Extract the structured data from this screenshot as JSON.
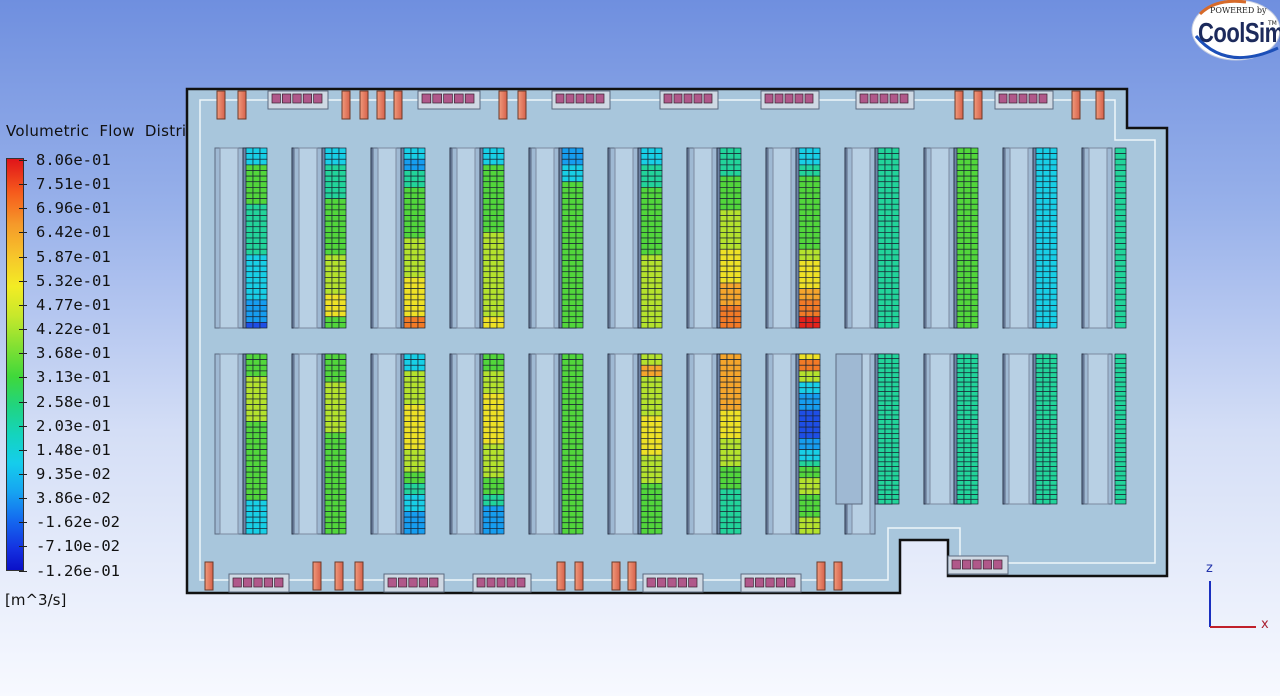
{
  "legend": {
    "title": "Volumetric  Flow  Distribution",
    "unit": "[m^3/s]",
    "labels": [
      "8.06e-01",
      "7.51e-01",
      "6.96e-01",
      "6.42e-01",
      "5.87e-01",
      "5.32e-01",
      "4.77e-01",
      "4.22e-01",
      "3.68e-01",
      "3.13e-01",
      "2.58e-01",
      "2.03e-01",
      "1.48e-01",
      "9.35e-02",
      "3.86e-02",
      "-1.62e-02",
      "-7.10e-02",
      "-1.26e-01"
    ]
  },
  "logo": {
    "line1": "POWERED by",
    "line2": "CoolSim",
    "tm": "TM"
  },
  "axes": {
    "z": "z",
    "x": "x"
  },
  "colors": {
    "background_top": "#6f8fdf",
    "floor": "#a8c6dc",
    "rack": "#6e83a6",
    "crac_unit": "#e07a5f",
    "vent": "#b0588a"
  },
  "tile_rows": {
    "top": [
      [
        "cyan",
        "cyan",
        "cyan",
        "green",
        "green",
        "green",
        "green",
        "green",
        "green",
        "green",
        "teal",
        "teal",
        "teal",
        "teal",
        "teal",
        "teal",
        "teal",
        "teal",
        "teal",
        "cyan",
        "cyan",
        "cyan",
        "cyan",
        "cyan",
        "cyan",
        "cyan",
        "cyan",
        "azure",
        "azure",
        "azure",
        "azure",
        "blue"
      ],
      [
        "cyan",
        "cyan",
        "cyan",
        "teal",
        "teal",
        "teal",
        "teal",
        "teal",
        "teal",
        "green",
        "green",
        "green",
        "green",
        "green",
        "green",
        "green",
        "green",
        "green",
        "green",
        "lime",
        "lime",
        "lime",
        "lime",
        "lime",
        "lime",
        "lime",
        "yellow",
        "yellow",
        "yellow",
        "yellow",
        "green",
        "green"
      ],
      [
        "cyan",
        "cyan",
        "azure",
        "azure",
        "teal",
        "teal",
        "teal",
        "green",
        "green",
        "green",
        "green",
        "green",
        "green",
        "green",
        "green",
        "green",
        "lime",
        "lime",
        "lime",
        "lime",
        "lime",
        "lime",
        "lime",
        "yellow",
        "yellow",
        "yellow",
        "yellow",
        "yellow",
        "yellow",
        "yellow",
        "orange",
        "orange"
      ],
      [
        "cyan",
        "cyan",
        "cyan",
        "green",
        "green",
        "green",
        "green",
        "green",
        "green",
        "green",
        "green",
        "green",
        "green",
        "green",
        "green",
        "lime",
        "lime",
        "lime",
        "lime",
        "lime",
        "lime",
        "lime",
        "lime",
        "lime",
        "lime",
        "lime",
        "lime",
        "lime",
        "lime",
        "lime",
        "yellow",
        "yellow"
      ],
      [
        "azure",
        "azure",
        "azure",
        "cyan",
        "cyan",
        "cyan",
        "green",
        "green",
        "green",
        "green",
        "green",
        "green",
        "green",
        "green",
        "green",
        "green",
        "green",
        "green",
        "green",
        "green",
        "green",
        "green",
        "green",
        "green",
        "green",
        "green",
        "green",
        "green",
        "green",
        "green",
        "green",
        "green"
      ],
      [
        "cyan",
        "cyan",
        "cyan",
        "teal",
        "teal",
        "teal",
        "teal",
        "green",
        "green",
        "green",
        "green",
        "green",
        "green",
        "green",
        "green",
        "green",
        "green",
        "green",
        "green",
        "lime",
        "lime",
        "lime",
        "lime",
        "lime",
        "lime",
        "lime",
        "lime",
        "lime",
        "lime",
        "lime",
        "lime",
        "lime"
      ],
      [
        "teal",
        "teal",
        "teal",
        "teal",
        "teal",
        "green",
        "green",
        "green",
        "green",
        "green",
        "green",
        "lime",
        "lime",
        "lime",
        "lime",
        "lime",
        "lime",
        "lime",
        "yellow",
        "yellow",
        "yellow",
        "yellow",
        "yellow",
        "yellow",
        "amber",
        "amber",
        "amber",
        "amber",
        "orange",
        "orange",
        "orange",
        "orange"
      ],
      [
        "cyan",
        "cyan",
        "cyan",
        "teal",
        "teal",
        "green",
        "green",
        "green",
        "green",
        "green",
        "green",
        "green",
        "green",
        "green",
        "green",
        "green",
        "green",
        "green",
        "lime",
        "lime",
        "yellow",
        "yellow",
        "yellow",
        "yellow",
        "yellow",
        "amber",
        "amber",
        "orange",
        "orange",
        "orange",
        "red",
        "red"
      ],
      [
        "teal",
        "teal",
        "teal",
        "teal",
        "teal",
        "teal",
        "teal",
        "teal",
        "teal",
        "teal",
        "teal",
        "teal",
        "teal",
        "teal",
        "teal",
        "teal",
        "teal",
        "teal",
        "teal",
        "teal",
        "teal",
        "teal",
        "teal",
        "teal",
        "teal",
        "teal",
        "teal",
        "teal",
        "teal",
        "teal",
        "teal",
        "teal"
      ],
      [
        "green",
        "green",
        "green",
        "green",
        "green",
        "green",
        "green",
        "green",
        "green",
        "green",
        "green",
        "green",
        "green",
        "green",
        "green",
        "green",
        "green",
        "green",
        "green",
        "green",
        "green",
        "green",
        "green",
        "green",
        "green",
        "green",
        "green",
        "green",
        "green",
        "green",
        "green",
        "green"
      ],
      [
        "cyan",
        "cyan",
        "cyan",
        "cyan",
        "cyan",
        "cyan",
        "cyan",
        "cyan",
        "cyan",
        "cyan",
        "cyan",
        "cyan",
        "cyan",
        "cyan",
        "cyan",
        "cyan",
        "cyan",
        "cyan",
        "cyan",
        "cyan",
        "cyan",
        "cyan",
        "cyan",
        "cyan",
        "cyan",
        "cyan",
        "cyan",
        "cyan",
        "cyan",
        "cyan",
        "cyan",
        "cyan"
      ],
      [
        "teal",
        "teal",
        "teal",
        "teal",
        "teal",
        "teal",
        "teal",
        "teal",
        "teal",
        "teal",
        "teal",
        "teal",
        "teal",
        "teal",
        "teal",
        "teal",
        "teal",
        "teal",
        "teal",
        "teal",
        "teal",
        "teal",
        "teal",
        "teal",
        "teal",
        "teal",
        "teal",
        "teal",
        "teal",
        "teal",
        "teal",
        "teal"
      ]
    ],
    "bottom": [
      [
        "green",
        "green",
        "green",
        "green",
        "lime",
        "lime",
        "lime",
        "lime",
        "lime",
        "lime",
        "lime",
        "lime",
        "green",
        "green",
        "green",
        "green",
        "green",
        "green",
        "green",
        "green",
        "green",
        "green",
        "green",
        "green",
        "green",
        "green",
        "cyan",
        "cyan",
        "cyan",
        "cyan",
        "cyan",
        "cyan"
      ],
      [
        "green",
        "green",
        "green",
        "green",
        "green",
        "lime",
        "lime",
        "lime",
        "lime",
        "lime",
        "lime",
        "lime",
        "lime",
        "lime",
        "green",
        "green",
        "green",
        "green",
        "green",
        "green",
        "green",
        "green",
        "green",
        "green",
        "green",
        "green",
        "green",
        "green",
        "green",
        "green",
        "green",
        "green"
      ],
      [
        "cyan",
        "cyan",
        "cyan",
        "lime",
        "lime",
        "lime",
        "lime",
        "lime",
        "lime",
        "yellow",
        "yellow",
        "yellow",
        "yellow",
        "yellow",
        "yellow",
        "yellow",
        "yellow",
        "lime",
        "lime",
        "lime",
        "lime",
        "green",
        "green",
        "teal",
        "teal",
        "cyan",
        "cyan",
        "cyan",
        "azure",
        "azure",
        "azure",
        "azure"
      ],
      [
        "green",
        "green",
        "green",
        "lime",
        "lime",
        "lime",
        "lime",
        "yellow",
        "yellow",
        "yellow",
        "yellow",
        "yellow",
        "yellow",
        "yellow",
        "yellow",
        "yellow",
        "lime",
        "lime",
        "lime",
        "lime",
        "lime",
        "lime",
        "green",
        "green",
        "green",
        "teal",
        "teal",
        "azure",
        "azure",
        "azure",
        "azure",
        "azure"
      ],
      [
        "green",
        "green",
        "green",
        "green",
        "green",
        "green",
        "green",
        "green",
        "green",
        "green",
        "green",
        "green",
        "green",
        "green",
        "green",
        "green",
        "green",
        "green",
        "green",
        "green",
        "green",
        "green",
        "green",
        "green",
        "green",
        "green",
        "green",
        "green",
        "green",
        "green",
        "green",
        "green"
      ],
      [
        "lime",
        "lime",
        "amber",
        "amber",
        "lime",
        "lime",
        "lime",
        "lime",
        "lime",
        "lime",
        "lime",
        "yellow",
        "yellow",
        "yellow",
        "yellow",
        "yellow",
        "yellow",
        "yellow",
        "lime",
        "lime",
        "lime",
        "lime",
        "lime",
        "green",
        "green",
        "green",
        "green",
        "green",
        "green",
        "green",
        "green",
        "green"
      ],
      [
        "amber",
        "amber",
        "amber",
        "amber",
        "amber",
        "amber",
        "amber",
        "amber",
        "amber",
        "amber",
        "yellow",
        "yellow",
        "yellow",
        "yellow",
        "yellow",
        "lime",
        "lime",
        "lime",
        "lime",
        "lime",
        "green",
        "green",
        "green",
        "green",
        "teal",
        "teal",
        "teal",
        "teal",
        "teal",
        "teal",
        "teal",
        "teal"
      ],
      [
        "yellow",
        "orange",
        "orange",
        "lime",
        "lime",
        "cyan",
        "cyan",
        "azure",
        "azure",
        "azure",
        "blue",
        "blue",
        "blue",
        "blue",
        "blue",
        "azure",
        "azure",
        "cyan",
        "cyan",
        "teal",
        "green",
        "green",
        "lime",
        "lime",
        "lime",
        "green",
        "green",
        "green",
        "green",
        "lime",
        "lime",
        "lime"
      ],
      [
        "teal",
        "teal",
        "teal",
        "teal",
        "teal",
        "teal",
        "teal",
        "teal",
        "teal",
        "teal",
        "teal",
        "teal",
        "teal",
        "teal",
        "teal",
        "teal",
        "teal",
        "teal",
        "teal",
        "teal",
        "teal",
        "teal",
        "teal",
        "teal",
        "teal",
        "teal",
        "teal",
        "teal",
        "teal",
        "teal",
        "teal",
        "teal"
      ],
      [
        "teal",
        "teal",
        "teal",
        "teal",
        "teal",
        "teal",
        "teal",
        "teal",
        "teal",
        "teal",
        "teal",
        "teal",
        "teal",
        "teal",
        "teal",
        "teal",
        "teal",
        "teal",
        "teal",
        "teal",
        "teal",
        "teal",
        "teal",
        "teal",
        "teal",
        "teal",
        "teal",
        "teal",
        "teal",
        "teal",
        "teal",
        "teal"
      ],
      [
        "teal",
        "teal",
        "teal",
        "teal",
        "teal",
        "teal",
        "teal",
        "teal",
        "teal",
        "teal",
        "teal",
        "teal",
        "teal",
        "teal",
        "teal",
        "teal",
        "teal",
        "teal",
        "teal",
        "teal",
        "teal",
        "teal",
        "teal",
        "teal",
        "teal",
        "teal",
        "teal",
        "teal",
        "teal",
        "teal",
        "teal",
        "teal"
      ],
      [
        "teal",
        "teal",
        "teal",
        "teal",
        "teal",
        "teal",
        "teal",
        "teal",
        "teal",
        "teal",
        "teal",
        "teal",
        "teal",
        "teal",
        "teal",
        "teal",
        "teal",
        "teal",
        "teal",
        "teal",
        "teal",
        "teal",
        "teal",
        "teal",
        "teal",
        "teal",
        "teal",
        "teal",
        "teal",
        "teal",
        "teal",
        "teal"
      ]
    ]
  }
}
